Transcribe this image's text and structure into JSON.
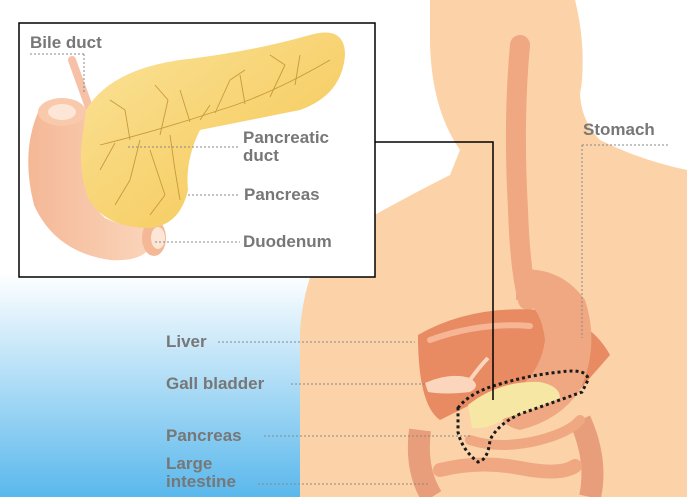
{
  "labels": {
    "bile_duct": "Bile duct",
    "pancreatic_duct_line1": "Pancreatic",
    "pancreatic_duct_line2": "duct",
    "pancreas_inset": "Pancreas",
    "duodenum": "Duodenum",
    "stomach": "Stomach",
    "liver": "Liver",
    "gall_bladder": "Gall bladder",
    "pancreas_body": "Pancreas",
    "large_intestine_line1": "Large",
    "large_intestine_line2": "intestine"
  },
  "colors": {
    "background_gradient_top": "#ffffff",
    "background_gradient_bottom": "#5ab8ec",
    "skin": "#fcd3a8",
    "organ": "#f0a882",
    "liver": "#e88a62",
    "pancreas": "#f9d56a",
    "label_text": "#777777",
    "leader_line": "#888888",
    "outline": "#000000"
  }
}
